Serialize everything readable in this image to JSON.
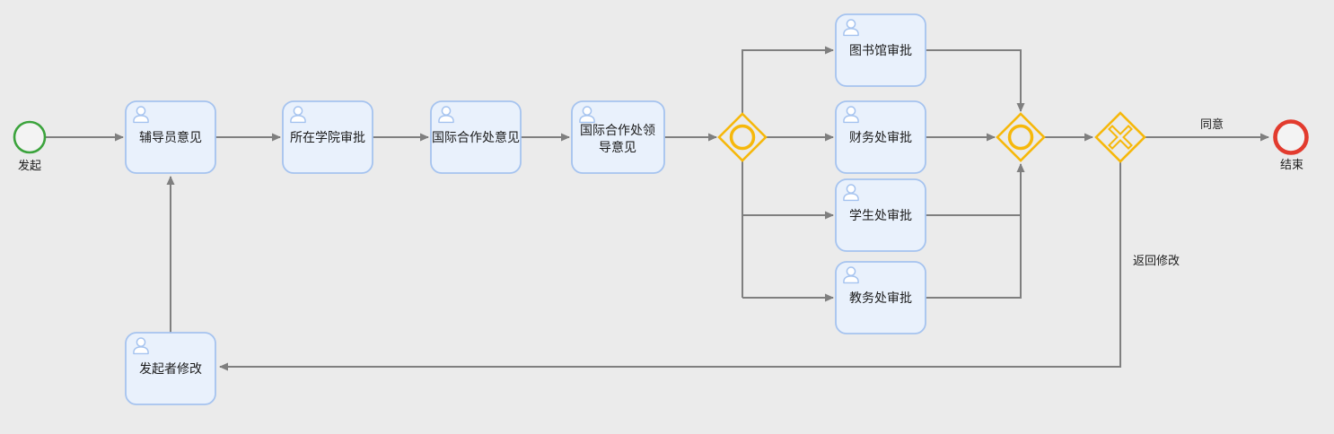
{
  "colors": {
    "background": "#ebebeb",
    "start-green": "#3ba33c",
    "end-red": "#e23b2e",
    "gateway-yellow": "#f6b80b",
    "task-fill": "#e9f1fc",
    "task-border": "#a5c3ef",
    "edge-gray": "#7f7f7f",
    "text": "#1c1c1c"
  },
  "nodes": {
    "start": {
      "label": "发起",
      "type": "start-event"
    },
    "end": {
      "label": "结束",
      "type": "end-event"
    },
    "task_counselor": {
      "label": "辅导员意见"
    },
    "task_college": {
      "label": "所在学院审批"
    },
    "task_intl_office": {
      "label": "国际合作处意见"
    },
    "task_intl_leader": {
      "line1": "国际合作处领",
      "line2": "导意见"
    },
    "task_library": {
      "label": "图书馆审批"
    },
    "task_finance": {
      "label": "财务处审批"
    },
    "task_student": {
      "label": "学生处审批"
    },
    "task_academic": {
      "label": "教务处审批"
    },
    "task_revise": {
      "label": "发起者修改"
    },
    "gateway_split": {
      "type": "inclusive-gateway"
    },
    "gateway_join": {
      "type": "inclusive-gateway"
    },
    "gateway_decision": {
      "type": "exclusive-gateway"
    }
  },
  "edges": {
    "agree": {
      "label": "同意"
    },
    "return": {
      "label": "返回修改"
    }
  }
}
